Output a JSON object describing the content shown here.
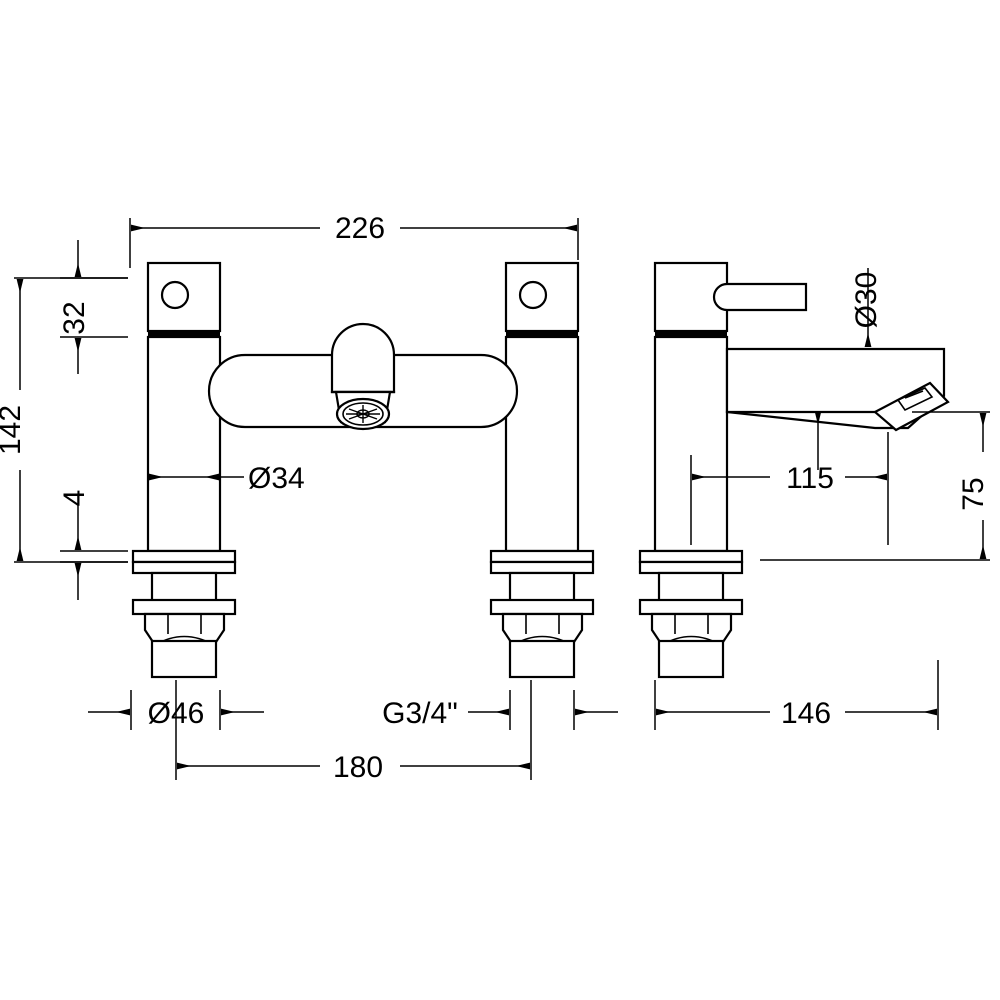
{
  "drawing": {
    "title": "Bath filler tap dimensional drawing",
    "units_note": "",
    "line_color": "#000000",
    "background_color": "#ffffff",
    "views": [
      {
        "name": "front-elevation",
        "label": ""
      },
      {
        "name": "side-elevation",
        "label": ""
      }
    ]
  },
  "dimensions": {
    "overall_width": "226",
    "valve_head_height": "32",
    "pillar_height": "142",
    "flange_thickness": "4",
    "pillar_diameter": "Ø34",
    "flange_diameter": "Ø46",
    "tail_thread": "G3/4\"",
    "centres": "180",
    "spout_diameter": "Ø30",
    "spout_projection": "115",
    "spout_height": "75",
    "side_depth": "146"
  },
  "labels": [
    {
      "id": "dim-226",
      "text": "226",
      "orientation": "horizontal",
      "view": "front"
    },
    {
      "id": "dim-32",
      "text": "32",
      "orientation": "vertical",
      "view": "front"
    },
    {
      "id": "dim-142",
      "text": "142",
      "orientation": "vertical",
      "view": "front"
    },
    {
      "id": "dim-4",
      "text": "4",
      "orientation": "vertical",
      "view": "front"
    },
    {
      "id": "dim-d34",
      "text": "Ø34",
      "orientation": "horizontal",
      "view": "front"
    },
    {
      "id": "dim-d46",
      "text": "Ø46",
      "orientation": "horizontal",
      "view": "front"
    },
    {
      "id": "dim-g34",
      "text": "G3/4\"",
      "orientation": "horizontal",
      "view": "front"
    },
    {
      "id": "dim-180",
      "text": "180",
      "orientation": "horizontal",
      "view": "front"
    },
    {
      "id": "dim-d30",
      "text": "Ø30",
      "orientation": "vertical",
      "view": "side"
    },
    {
      "id": "dim-115",
      "text": "115",
      "orientation": "horizontal",
      "view": "side"
    },
    {
      "id": "dim-75",
      "text": "75",
      "orientation": "vertical",
      "view": "side"
    },
    {
      "id": "dim-146",
      "text": "146",
      "orientation": "horizontal",
      "view": "side"
    }
  ]
}
